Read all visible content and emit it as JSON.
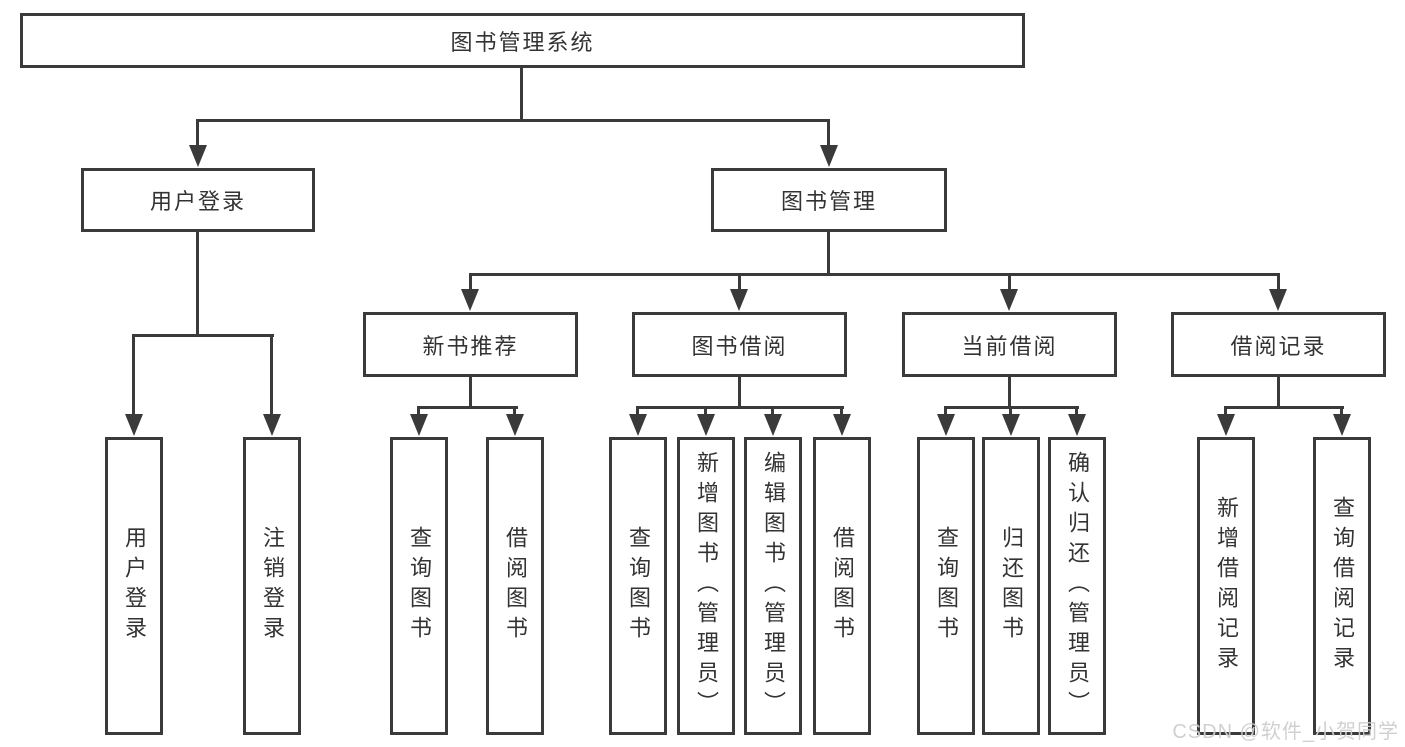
{
  "diagram": {
    "title": "图书管理系统",
    "tree": {
      "label": "图书管理系统",
      "children": [
        {
          "label": "用户登录",
          "children": [
            {
              "label": "用户登录"
            },
            {
              "label": "注销登录"
            }
          ]
        },
        {
          "label": "图书管理",
          "children": [
            {
              "label": "新书推荐",
              "children": [
                {
                  "label": "查询图书"
                },
                {
                  "label": "借阅图书"
                }
              ]
            },
            {
              "label": "图书借阅",
              "children": [
                {
                  "label": "查询图书"
                },
                {
                  "label": "新增图书（管理员）"
                },
                {
                  "label": "编辑图书（管理员）"
                },
                {
                  "label": "借阅图书"
                }
              ]
            },
            {
              "label": "当前借阅",
              "children": [
                {
                  "label": "查询图书"
                },
                {
                  "label": "归还图书"
                },
                {
                  "label": "确认归还（管理员）"
                }
              ]
            },
            {
              "label": "借阅记录",
              "children": [
                {
                  "label": "新增借阅记录"
                },
                {
                  "label": "查询借阅记录"
                }
              ]
            }
          ]
        }
      ]
    },
    "colors": {
      "line": "#3a3a3a",
      "text": "#333333",
      "background": "#ffffff"
    }
  },
  "watermark": {
    "text": "CSDN @软件_小贺同学",
    "color": "#cecece"
  }
}
